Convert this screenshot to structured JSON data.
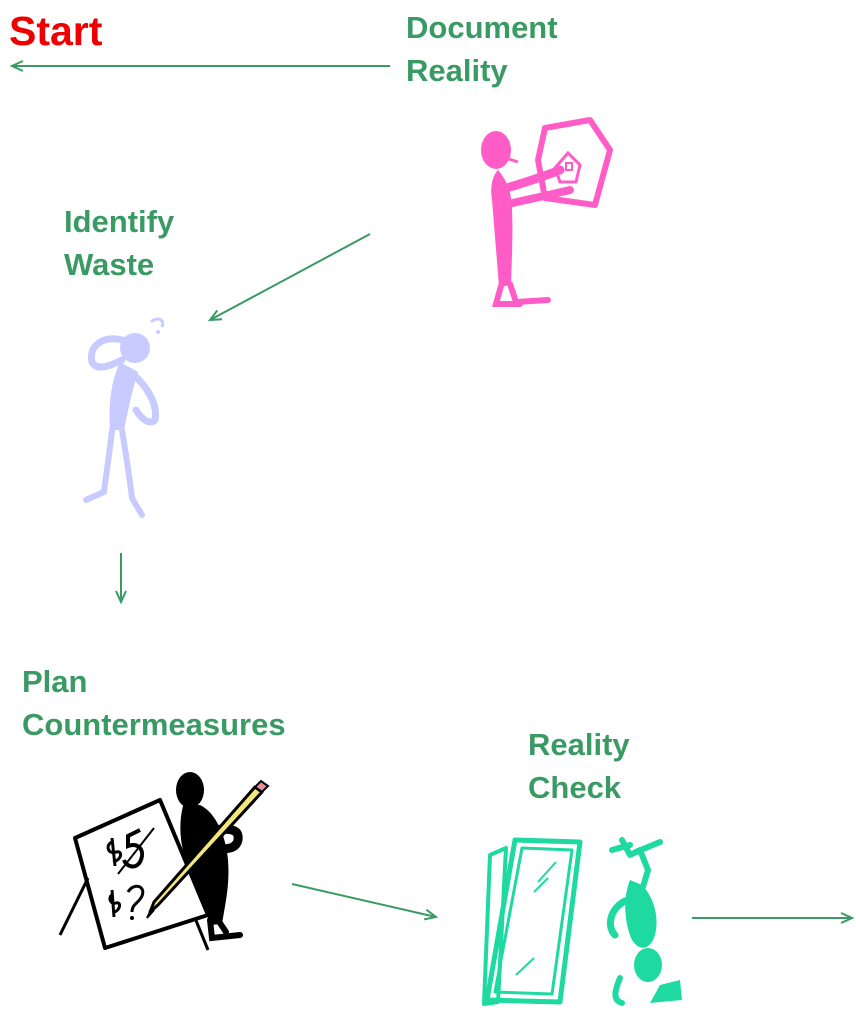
{
  "start": {
    "label": "Start"
  },
  "steps": [
    {
      "line1": "Document",
      "line2": "Reality",
      "figure_color": "#ff5cc8",
      "icon": "person-holding-drawing-icon"
    },
    {
      "line1": "Identify",
      "line2": "Waste",
      "figure_color": "#c8cbff",
      "icon": "thinking-person-icon"
    },
    {
      "line1": "Plan",
      "line2": "Countermeasures",
      "figure_color": "#000000",
      "icon": "person-writing-on-easel-icon"
    },
    {
      "line1": "Reality",
      "line2": "Check",
      "figure_color": "#1ed9a0",
      "icon": "person-with-mirror-icon"
    }
  ],
  "colors": {
    "label": "#3a9a63",
    "start": "#ee0000",
    "arrow": "#3a9a63",
    "pencil": "#f5e67a"
  }
}
